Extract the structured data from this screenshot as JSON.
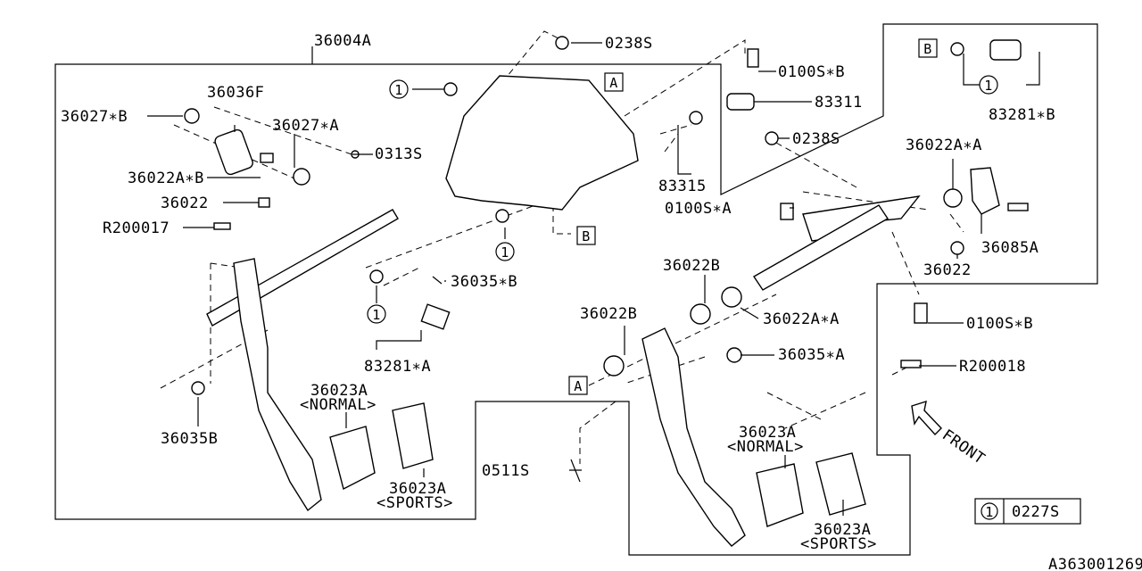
{
  "diagram_code": "A363001269",
  "legend": {
    "symbol": "1",
    "part": "0227S"
  },
  "callouts": {
    "circle": "1",
    "box_a": "A",
    "box_b": "B"
  },
  "labels": {
    "assembly": "36004A",
    "nut_top": "0238S",
    "bolt_top": "0100S∗B",
    "switch": "83311",
    "nut_mid": "0238S",
    "bracket_clip": "83315",
    "switch_b": "83281∗B",
    "bushing_right": "36022A∗A",
    "pin_right": "36085A",
    "bushing_small_right": "36022",
    "bolt_a": "0100S∗A",
    "bushing_b_upper": "36022B",
    "bushing_a_mid": "36022A∗A",
    "bushing_b_lower": "36022B",
    "stopper_a": "36035∗A",
    "bolt_b_lower": "0100S∗B",
    "pin_r200018": "R200018",
    "front": "FRONT",
    "pad_normal_right": "36023A",
    "pad_normal_right_sub": "<NORMAL>",
    "pad_sports_right": "36023A",
    "pad_sports_right_sub": "<SPORTS>",
    "clip_0511s": "0511S",
    "spring": "36036F",
    "rod_b": "36027∗B",
    "rod_a": "36027∗A",
    "clip_0313s": "0313S",
    "bushing_ab": "36022A∗B",
    "bushing_left": "36022",
    "pin_r200017": "R200017",
    "stopper_b_star": "36035∗B",
    "switch_a": "83281∗A",
    "stopper_b": "36035B",
    "pad_normal_left": "36023A",
    "pad_normal_left_sub": "<NORMAL>",
    "pad_sports_left": "36023A",
    "pad_sports_left_sub": "<SPORTS>"
  }
}
